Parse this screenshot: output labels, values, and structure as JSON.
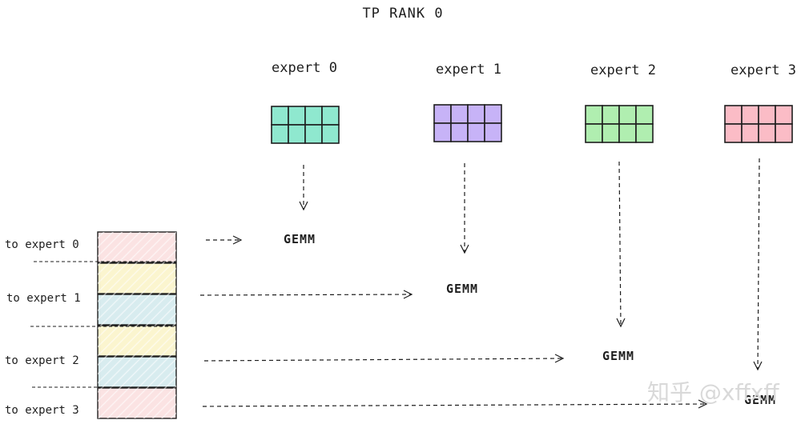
{
  "title": "TP RANK 0",
  "experts": [
    {
      "label": "expert 0",
      "color": "#8fe8cf"
    },
    {
      "label": "expert 1",
      "color": "#c7b3f7"
    },
    {
      "label": "expert 2",
      "color": "#b0eeb0"
    },
    {
      "label": "expert 3",
      "color": "#fbbcc6"
    }
  ],
  "rows": [
    {
      "label": "to expert 0"
    },
    {
      "label": "to expert 1"
    },
    {
      "label": "to expert 2"
    },
    {
      "label": "to expert 3"
    }
  ],
  "gemm_label": "GEMM",
  "token_colors": [
    "#fbe3e3",
    "#fbf5cf",
    "#d8ecef",
    "#fbf5cf",
    "#d8ecef",
    "#fbe3e3"
  ],
  "watermark": "知乎 @xffxff"
}
